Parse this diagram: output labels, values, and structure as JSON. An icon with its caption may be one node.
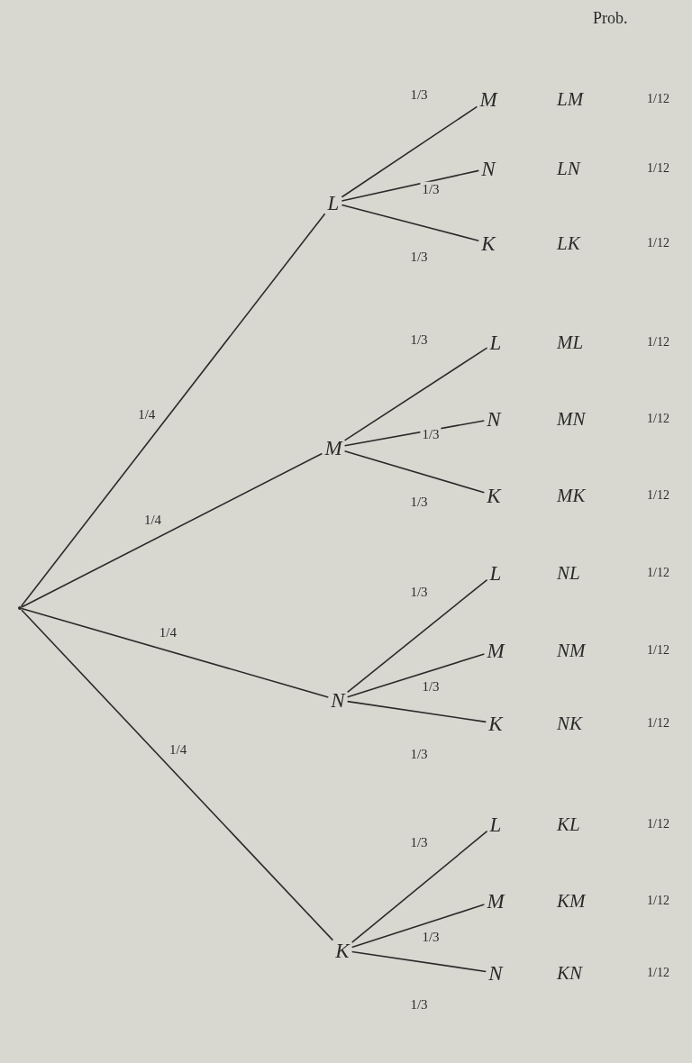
{
  "diagram": {
    "nodes": [
      {
        "text": [],
        "shape": "point"
      },
      {
        "text": [
          "L"
        ]
      },
      {
        "text": [
          "M"
        ]
      },
      {
        "text": [
          "N"
        ]
      },
      {
        "text": [
          "K"
        ]
      },
      {
        "text": [
          "M"
        ],
        "beside": [
          "LM"
        ]
      },
      {
        "text": [
          "N"
        ],
        "beside": [
          "LN"
        ]
      },
      {
        "text": [
          "K"
        ],
        "beside": [
          "LK"
        ]
      },
      {
        "text": [
          "L"
        ],
        "beside": [
          "ML"
        ]
      },
      {
        "text": [
          "N"
        ],
        "beside": [
          "MN"
        ]
      },
      {
        "text": [
          "K"
        ],
        "beside": [
          "MK"
        ]
      },
      {
        "text": [
          "L"
        ],
        "beside": [
          "NL"
        ]
      },
      {
        "text": [
          "M"
        ],
        "beside": [
          "NM"
        ]
      },
      {
        "text": [
          "K"
        ],
        "beside": [
          "NK"
        ]
      },
      {
        "text": [
          "L"
        ],
        "beside": [
          "KL"
        ]
      },
      {
        "text": [
          "M"
        ],
        "beside": [
          "KM"
        ]
      },
      {
        "text": [
          "N"
        ],
        "beside": [
          "KN"
        ]
      }
    ],
    "edges": [
      {
        "from": 0,
        "to": 1,
        "arrow": "none",
        "label": "1/4"
      },
      {
        "from": 0,
        "to": 2,
        "arrow": "none",
        "label": "1/4"
      },
      {
        "from": 0,
        "to": 3,
        "arrow": "none",
        "label": "1/4"
      },
      {
        "from": 0,
        "to": 4,
        "arrow": "none",
        "label": "1/4"
      },
      {
        "from": 1,
        "to": 5,
        "arrow": "none",
        "label": "1/3"
      },
      {
        "from": 1,
        "to": 6,
        "arrow": "none",
        "label": "1/3"
      },
      {
        "from": 1,
        "to": 7,
        "arrow": "none",
        "label": "1/3"
      },
      {
        "from": 2,
        "to": 8,
        "arrow": "none",
        "label": "1/3"
      },
      {
        "from": 2,
        "to": 9,
        "arrow": "none",
        "label": "1/3"
      },
      {
        "from": 2,
        "to": 10,
        "arrow": "none",
        "label": "1/3"
      },
      {
        "from": 3,
        "to": 11,
        "arrow": "none",
        "label": "1/3"
      },
      {
        "from": 3,
        "to": 12,
        "arrow": "none",
        "label": "1/3"
      },
      {
        "from": 3,
        "to": 13,
        "arrow": "none",
        "label": "1/3"
      },
      {
        "from": 4,
        "to": 14,
        "arrow": "none",
        "label": "1/3"
      },
      {
        "from": 4,
        "to": 15,
        "arrow": "none",
        "label": "1/3"
      },
      {
        "from": 4,
        "to": 16,
        "arrow": "none",
        "label": "1/3"
      }
    ],
    "labels": [
      "Prob.",
      "1/12",
      "1/12",
      "1/12",
      "1/12",
      "1/12",
      "1/12",
      "1/12",
      "1/12",
      "1/12",
      "1/12",
      "1/12",
      "1/12"
    ]
  }
}
